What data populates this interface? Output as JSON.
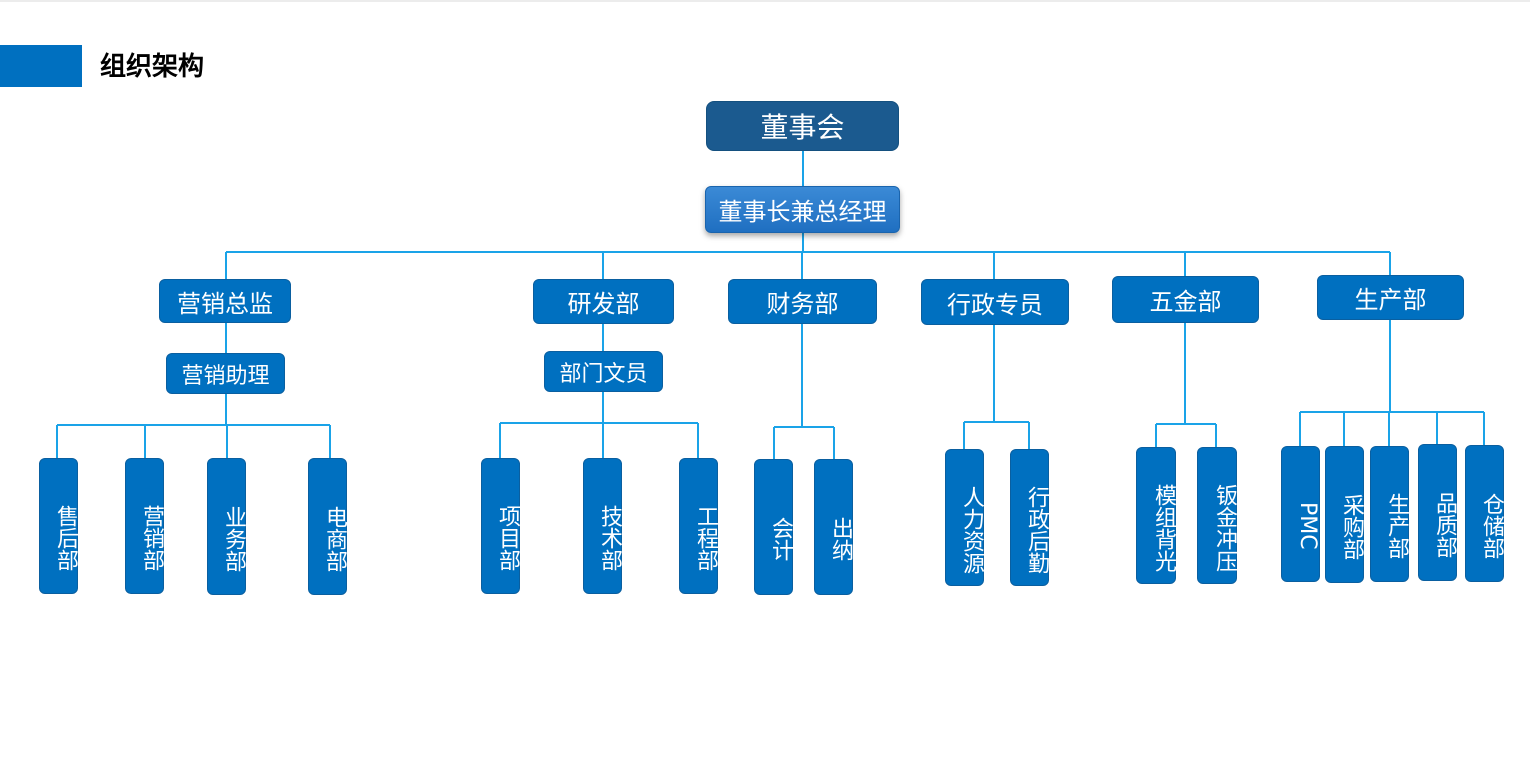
{
  "page": {
    "title": "组织架构"
  },
  "org": {
    "board": "董事会",
    "chairman": "董事长兼总经理",
    "departments": [
      {
        "label": "营销总监",
        "assistant": "营销助理",
        "units": [
          "售后部",
          "营销部",
          "业务部",
          "电商部"
        ]
      },
      {
        "label": "研发部",
        "assistant": "部门文员",
        "units": [
          "项目部",
          "技术部",
          "工程部"
        ]
      },
      {
        "label": "财务部",
        "units": [
          "会计",
          "出纳"
        ]
      },
      {
        "label": "行政专员",
        "units": [
          "人力资源",
          "行政后勤"
        ]
      },
      {
        "label": "五金部",
        "units": [
          "模组背光",
          "钣金冲压"
        ]
      },
      {
        "label": "生产部",
        "units": [
          "PMC",
          "采购部",
          "生产部",
          "品质部",
          "仓储部"
        ]
      }
    ]
  },
  "colors": {
    "accent": "#0070c0",
    "board": "#1b5a8f",
    "line": "#1aa3e8"
  }
}
